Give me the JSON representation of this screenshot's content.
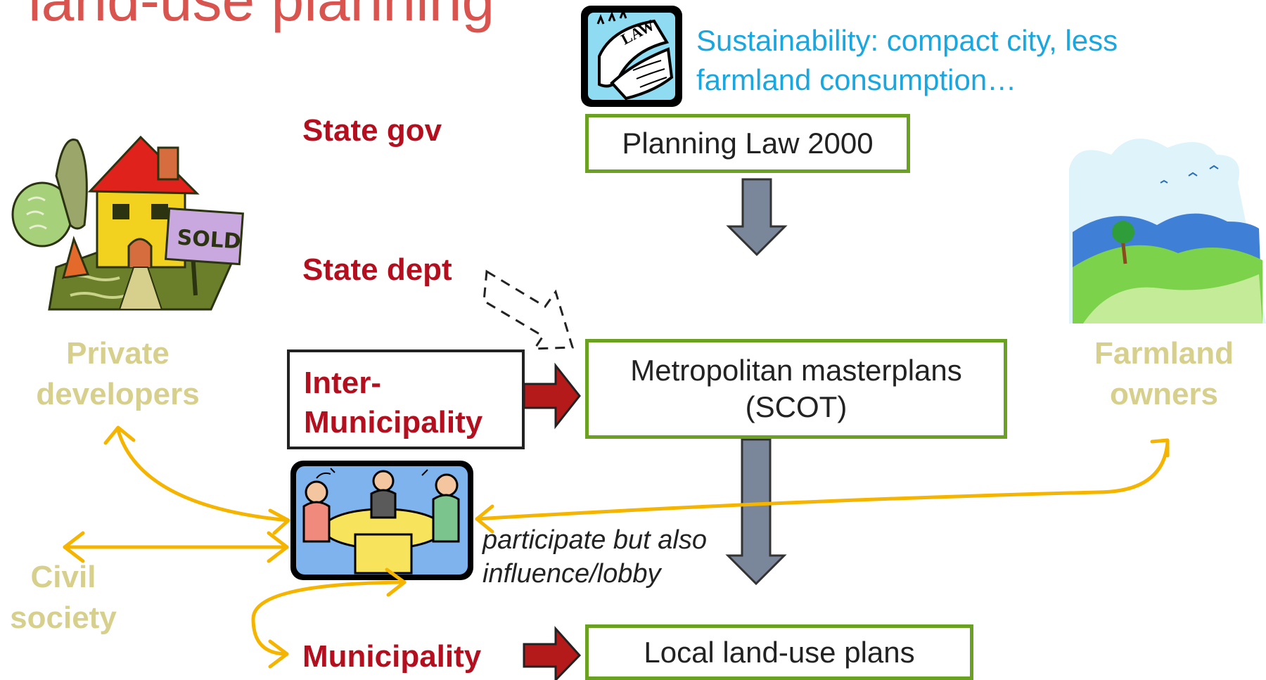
{
  "title": "land-use planning",
  "sustainability_note": "Sustainability: compact city, less farmland consumption…",
  "law_icon_text": "LAW",
  "actors": {
    "state_gov": "State gov",
    "state_dept": "State dept",
    "inter_municipality": "Inter-\nMunicipality",
    "municipality": "Municipality",
    "private_developers": "Private\ndevelopers",
    "civil_society": "Civil\nsociety",
    "farmland_owners": "Farmland\nowners"
  },
  "boxes": {
    "planning_law": "Planning Law 2000",
    "metro_plans": "Metropolitan masterplans\n(SCOT)",
    "local_plans": "Local land-use plans"
  },
  "lobby_note": "participate but also\ninfluence/lobby",
  "house_sign": "SOLD",
  "colors": {
    "title": "#d9534f",
    "sustainability": "#1aa7e0",
    "actor_red": "#b30f1f",
    "actor_tan": "#d7cf8c",
    "box_border": "#6aa121",
    "flow_arrow": "#7a8699",
    "red_arrow": "#b51a1a",
    "lobby_arrow": "#f4b400"
  }
}
